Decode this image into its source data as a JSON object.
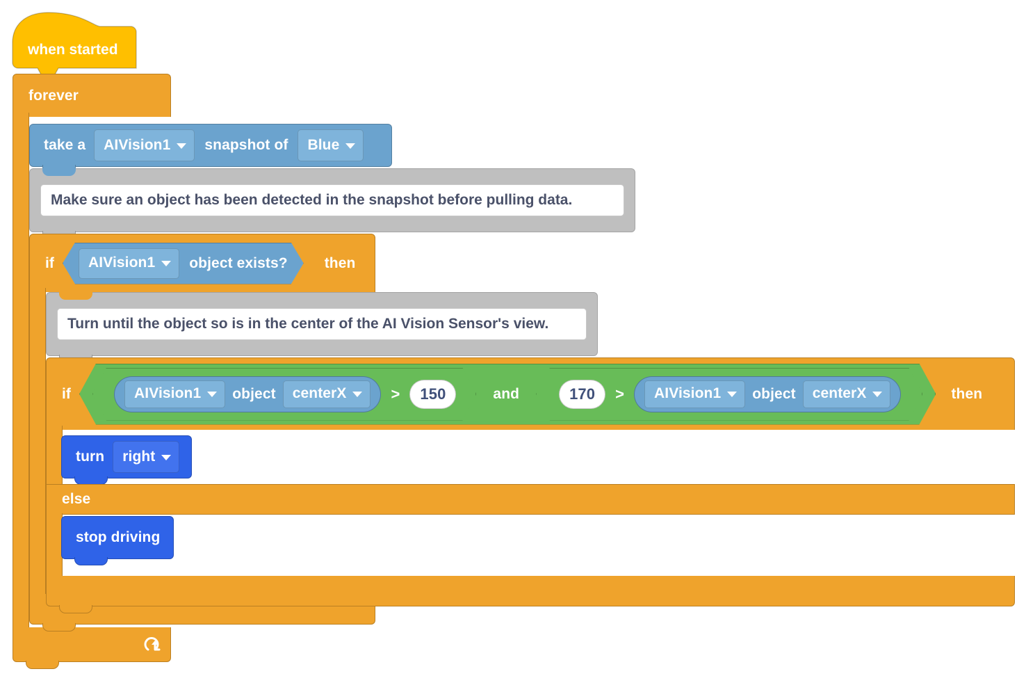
{
  "workspace": {
    "app": "VEXcode block editor workspace",
    "background_color": "#ffffff"
  },
  "palette": {
    "event_yellow": "#FFBF00",
    "control_orange": "#EFA32C",
    "sensing_blue": "#6BA3CE",
    "sensing_field_blue": "#7FB4DB",
    "motion_blue": "#2F63E8",
    "motion_field_blue": "#4273EE",
    "operator_green": "#68BC58",
    "comment_gray": "#BFBFBF",
    "comment_text": "#4A5169",
    "number_text": "#40507A"
  },
  "script": {
    "hat": {
      "label": "when started"
    },
    "forever": {
      "label": "forever",
      "loop_icon": "loop-arrow-icon"
    },
    "snapshot": {
      "prefix": "take a",
      "device": "AIVision1",
      "middle": "snapshot of",
      "signature": "Blue",
      "device_caret": "chevron-down-icon",
      "signature_caret": "chevron-down-icon"
    },
    "comment1": {
      "text": "Make sure an object has been detected in the snapshot before pulling data."
    },
    "if_exists": {
      "if_label": "if",
      "device": "AIVision1",
      "condition_text": "object exists?",
      "then_label": "then",
      "caret": "chevron-down-icon"
    },
    "comment2": {
      "text": "Turn until the object so is in the center of the AI Vision Sensor's view."
    },
    "if_else": {
      "if_label": "if",
      "then_label": "then",
      "else_label": "else",
      "operator": "and",
      "left_compare": {
        "device": "AIVision1",
        "object_word": "object",
        "property": "centerX",
        "comparator": ">",
        "value": "150"
      },
      "right_compare": {
        "value": "170",
        "comparator": ">",
        "device": "AIVision1",
        "object_word": "object",
        "property": "centerX"
      }
    },
    "turn": {
      "label": "turn",
      "direction": "right",
      "caret": "chevron-down-icon"
    },
    "stop_driving": {
      "label": "stop driving"
    }
  }
}
